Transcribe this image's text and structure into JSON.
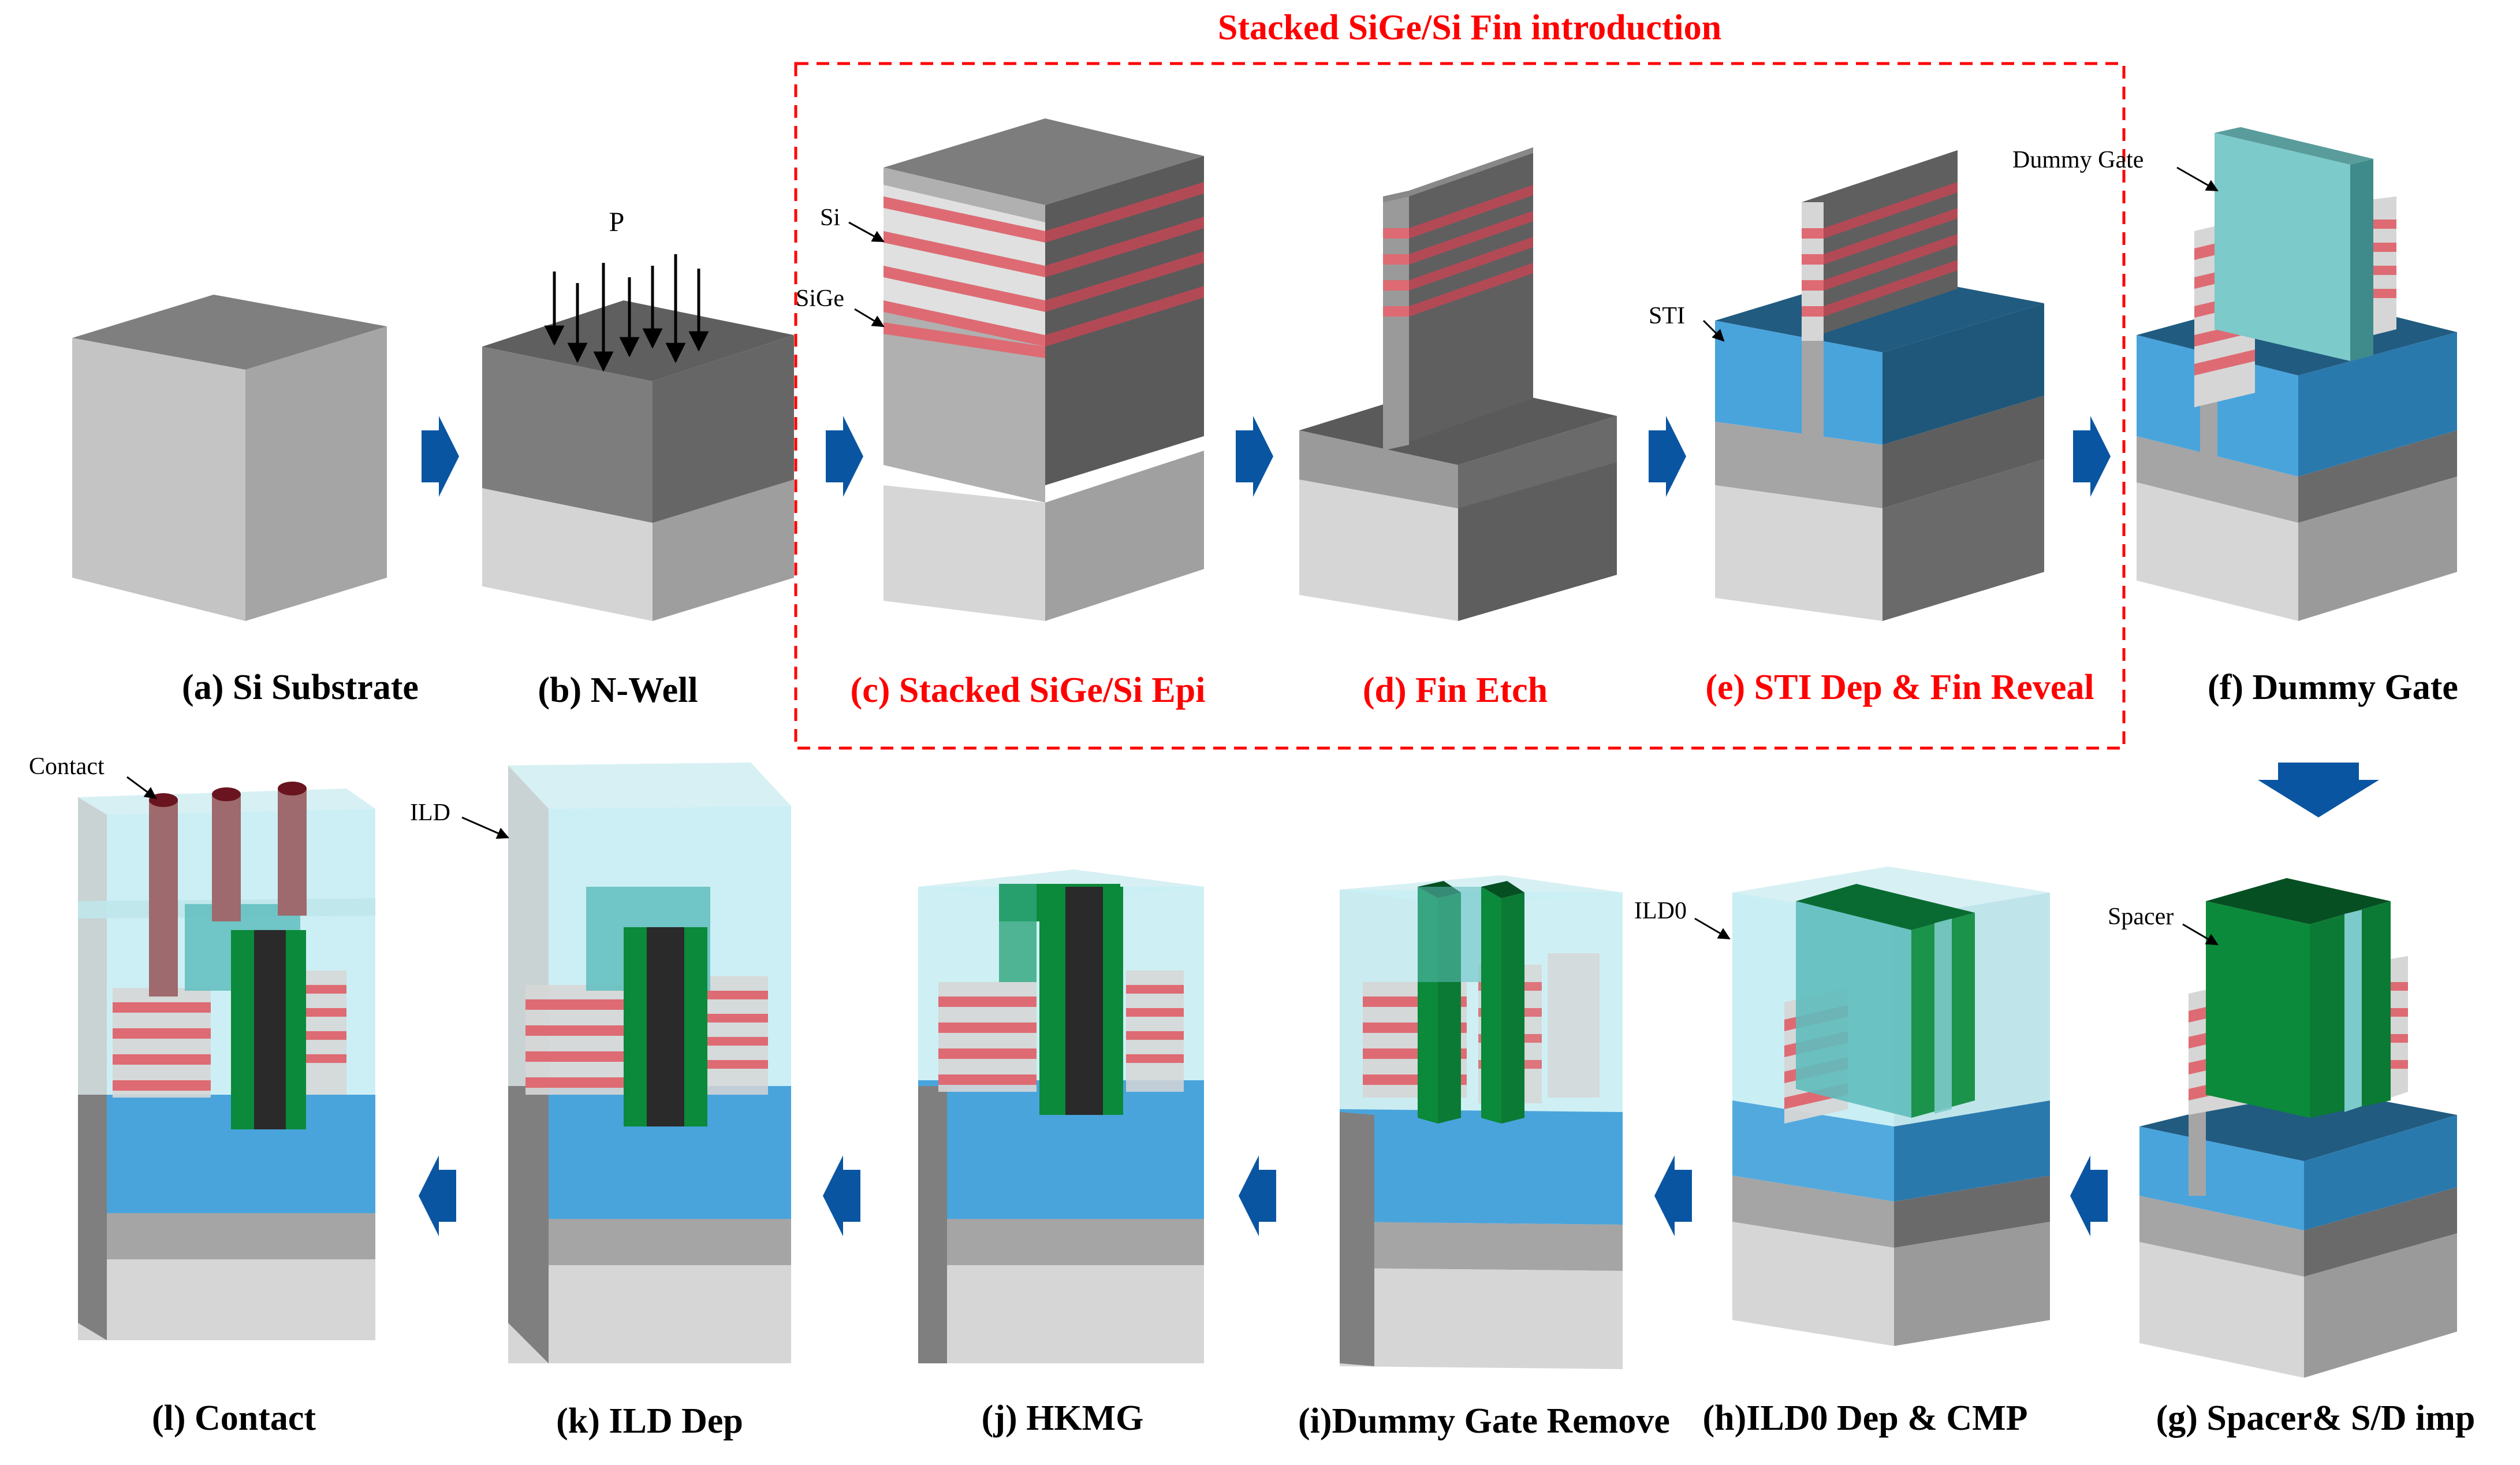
{
  "header": {
    "title": "Stacked SiGe/Si Fin introduction"
  },
  "colors": {
    "accent_red": "#ff0000",
    "arrow_blue": "#0a55a2",
    "si_light": "#d6d6d6",
    "sige_red": "#de6b73",
    "sti_blue": "#49a4dc",
    "gate_cyan": "#7ccaca",
    "spacer_green": "#0a8a3a",
    "metal_dark": "#2a2a2a",
    "oxide": "#c9eef4"
  },
  "steps": [
    {
      "id": "a",
      "caption": "(a) Si Substrate",
      "highlight": false
    },
    {
      "id": "b",
      "caption": "(b) N-Well",
      "highlight": false
    },
    {
      "id": "c",
      "caption": "(c) Stacked SiGe/Si Epi",
      "highlight": true
    },
    {
      "id": "d",
      "caption": "(d) Fin Etch",
      "highlight": true
    },
    {
      "id": "e",
      "caption": "(e) STI Dep & Fin Reveal",
      "highlight": true
    },
    {
      "id": "f",
      "caption": "(f) Dummy Gate",
      "highlight": false
    },
    {
      "id": "g",
      "caption": "(g) Spacer& S/D imp",
      "highlight": false
    },
    {
      "id": "h",
      "caption": "(h)ILD0 Dep & CMP",
      "highlight": false
    },
    {
      "id": "i",
      "caption": "(i)Dummy Gate Remove",
      "highlight": false
    },
    {
      "id": "j",
      "caption": "(j) HKMG",
      "highlight": false
    },
    {
      "id": "k",
      "caption": "(k) ILD Dep",
      "highlight": false
    },
    {
      "id": "l",
      "caption": "(l) Contact",
      "highlight": false
    }
  ],
  "labels": {
    "p": "P",
    "si": "Si",
    "sige": "SiGe",
    "sti": "STI",
    "dummy_gate": "Dummy Gate",
    "spacer": "Spacer",
    "ild0": "ILD0",
    "ild": "ILD",
    "contact": "Contact"
  }
}
